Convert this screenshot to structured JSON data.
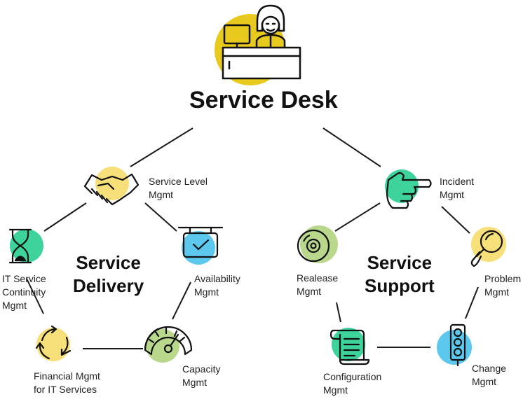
{
  "title": "Service Desk",
  "groups": {
    "delivery": "Service\nDelivery",
    "support": "Service\nSupport"
  },
  "nodes": {
    "service_level": {
      "label": "Service Level\nMgmt",
      "icon": "handshake-icon",
      "color": "#f7e07a"
    },
    "it_continuity": {
      "label": "IT Service\nContinuity\nMgmt",
      "icon": "hourglass-icon",
      "color": "#3dd39b"
    },
    "availability": {
      "label": "Availability\nMgmt",
      "icon": "sign-check-icon",
      "color": "#5dc8ee"
    },
    "financial": {
      "label": "Financial Mgmt\nfor IT Services",
      "icon": "refresh-arrows-icon",
      "color": "#f7e07a"
    },
    "capacity": {
      "label": "Capacity\nMgmt",
      "icon": "gauge-icon",
      "color": "#b9d88c"
    },
    "incident": {
      "label": "Incident\nMgmt",
      "icon": "pointing-hand-icon",
      "color": "#3dd39b"
    },
    "release": {
      "label": "Realease\nMgmt",
      "icon": "disc-icon",
      "color": "#b9d88c"
    },
    "problem": {
      "label": "Problem\nMgmt",
      "icon": "magnifier-icon",
      "color": "#f7e07a"
    },
    "configuration": {
      "label": "Configuration\nMgmt",
      "icon": "scroll-icon",
      "color": "#3dd39b"
    },
    "change": {
      "label": "Change\nMgmt",
      "icon": "traffic-light-icon",
      "color": "#5dc8ee"
    }
  },
  "colors": {
    "line": "#1a1a1a",
    "desk_circle": "#e8c91e"
  }
}
